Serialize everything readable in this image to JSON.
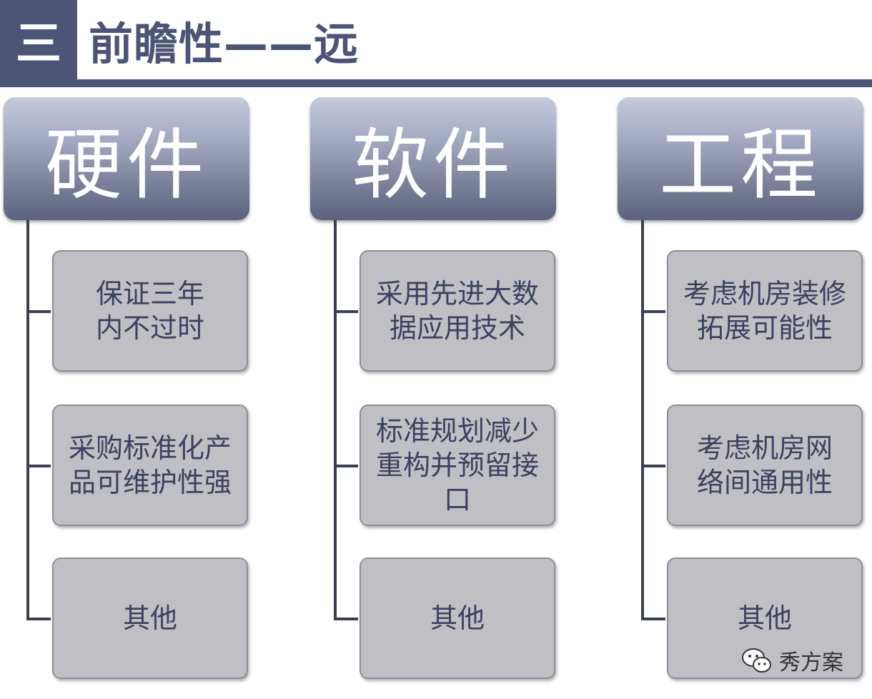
{
  "header": {
    "section_number": "三",
    "title": "前瞻性——远"
  },
  "columns": [
    {
      "title": "硬件",
      "items": [
        "保证三年\n内不过时",
        "采购标准化产\n品可维护性强",
        "其他"
      ]
    },
    {
      "title": "软件",
      "items": [
        "采用先进大数\n据应用技术",
        "标准规划减少\n重构并预留接\n口",
        "其他"
      ]
    },
    {
      "title": "工程",
      "items": [
        "考虑机房装修\n拓展可能性",
        "考虑机房网\n络间通用性",
        "其他"
      ]
    }
  ],
  "watermark": {
    "icon": "wechat-icon",
    "text": "秀方案"
  },
  "colors": {
    "accent": "#4d5577",
    "item_fill": "#c0c0c4",
    "item_text": "#3c4160"
  }
}
